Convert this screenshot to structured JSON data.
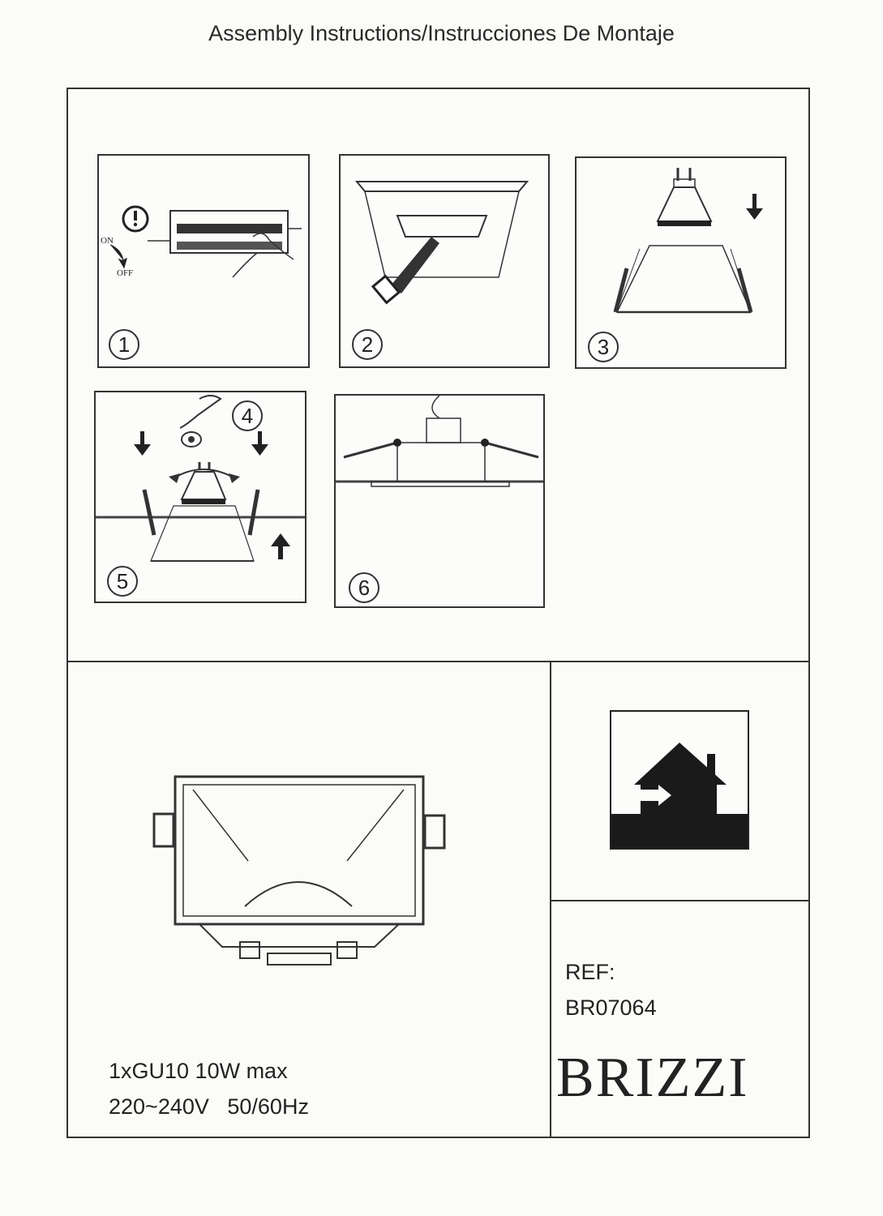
{
  "header": {
    "title": "Assembly Instructions/Instrucciones De Montaje"
  },
  "steps": [
    {
      "number": "1",
      "switch_on": "ON",
      "switch_off": "OFF"
    },
    {
      "number": "2"
    },
    {
      "number": "3"
    },
    {
      "number": "4"
    },
    {
      "number": "5"
    },
    {
      "number": "6"
    }
  ],
  "specs": {
    "line1": "1xGU10 10W max",
    "line2": "220~240V   50/60Hz"
  },
  "product": {
    "ref_label": "REF:",
    "ref_code": "BR07064",
    "brand": "BRIZZI"
  },
  "icons": [
    "power-warning-icon",
    "arrow-down-icon",
    "arrow-up-icon",
    "indoor-use-icon",
    "saw-icon",
    "rotate-icon"
  ]
}
